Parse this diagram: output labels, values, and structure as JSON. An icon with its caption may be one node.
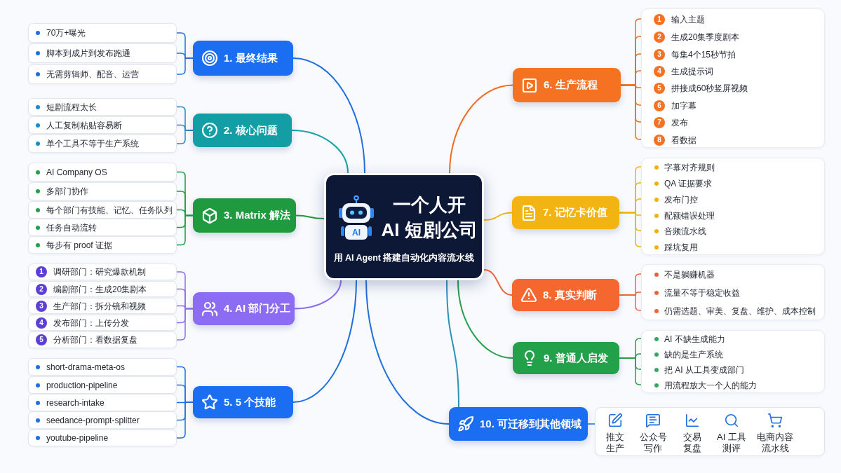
{
  "diagram": {
    "nodes": [
      {
        "text": [
          "一个人开",
          "AI 短剧公司",
          "用 AI Agent 搭建自动化内容流水线"
        ]
      },
      {
        "text": [
          "1. 最终结果"
        ]
      },
      {
        "text": [
          "70万+曝光"
        ]
      },
      {
        "text": [
          "脚本到成片到发布跑通"
        ]
      },
      {
        "text": [
          "无需剪辑师、配音、运营"
        ]
      },
      {
        "text": [
          "2. 核心问题"
        ]
      },
      {
        "text": [
          "短剧流程太长"
        ]
      },
      {
        "text": [
          "人工复制粘贴容易断"
        ]
      },
      {
        "text": [
          "单个工具不等于生产系统"
        ]
      },
      {
        "text": [
          "3. Matrix 解法"
        ]
      },
      {
        "text": [
          "AI Company OS"
        ]
      },
      {
        "text": [
          "多部门协作"
        ]
      },
      {
        "text": [
          "每个部门有技能、记忆、任务队列"
        ]
      },
      {
        "text": [
          "任务自动流转"
        ]
      },
      {
        "text": [
          "每步有 proof 证据"
        ]
      },
      {
        "text": [
          "4. AI 部门分工"
        ]
      },
      {
        "text": [
          "1",
          "调研部门：研究爆款机制"
        ]
      },
      {
        "text": [
          "2",
          "编剧部门：生成20集剧本"
        ]
      },
      {
        "text": [
          "3",
          "生产部门：拆分镜和视频"
        ]
      },
      {
        "text": [
          "4",
          "发布部门：上传分发"
        ]
      },
      {
        "text": [
          "5",
          "分析部门：看数据复盘"
        ]
      },
      {
        "text": [
          "5. 5 个技能"
        ]
      },
      {
        "text": [
          "short-drama-meta-os"
        ]
      },
      {
        "text": [
          "production-pipeline"
        ]
      },
      {
        "text": [
          "research-intake"
        ]
      },
      {
        "text": [
          "seedance-prompt-splitter"
        ]
      },
      {
        "text": [
          "youtube-pipeline"
        ]
      },
      {
        "text": [
          "6. 生产流程"
        ]
      },
      {
        "text": [],
        "shape": "box"
      },
      {
        "text": [
          "1",
          "输入主题"
        ],
        "in": 28
      },
      {
        "text": [
          "2",
          "生成20集季度剧本"
        ],
        "in": 28
      },
      {
        "text": [
          "3",
          "每集4个15秒节拍"
        ],
        "in": 28
      },
      {
        "text": [
          "4",
          "生成提示词"
        ],
        "in": 28
      },
      {
        "text": [
          "5",
          "拼接成60秒竖屏视频"
        ],
        "in": 28
      },
      {
        "text": [
          "6",
          "加字幕"
        ],
        "in": 28
      },
      {
        "text": [
          "7",
          "发布"
        ],
        "in": 28
      },
      {
        "text": [
          "8",
          "看数据"
        ],
        "in": 28
      },
      {
        "text": [
          "7. 记忆卡价值"
        ]
      },
      {
        "text": [],
        "shape": "box"
      },
      {
        "text": [
          "字幕对齐规则"
        ],
        "in": 38
      },
      {
        "text": [
          "QA 证据要求"
        ],
        "in": 38
      },
      {
        "text": [
          "发布门控"
        ],
        "in": 38
      },
      {
        "text": [
          "配额错误处理"
        ],
        "in": 38
      },
      {
        "text": [
          "音频流水线"
        ],
        "in": 38
      },
      {
        "text": [
          "踩坑复用"
        ],
        "in": 38
      },
      {
        "text": [
          "8. 真实判断"
        ]
      },
      {
        "text": [],
        "shape": "box"
      },
      {
        "text": [
          "不是躺赚机器"
        ],
        "in": 46
      },
      {
        "text": [
          "流量不等于稳定收益"
        ],
        "in": 46
      },
      {
        "text": [
          "仍需选题、审美、复盘、维护、成本控制"
        ],
        "in": 46
      },
      {
        "text": [
          "9. 普通人启发"
        ]
      },
      {
        "text": [],
        "shape": "box"
      },
      {
        "text": [
          "AI 不缺生成能力"
        ],
        "in": 51
      },
      {
        "text": [
          "缺的是生产系统"
        ],
        "in": 51
      },
      {
        "text": [
          "把 AI 从工具变成部门"
        ],
        "in": 51
      },
      {
        "text": [
          "用流程放大一个人的能力"
        ],
        "in": 51
      },
      {
        "text": [
          "10. 可迁移到其他领域"
        ]
      },
      {
        "text": [
          "推文生产",
          "公众号写作",
          "交易复盘",
          "AI 工具测评",
          "电商内容流水线"
        ]
      }
    ],
    "edges": [
      {
        "from": 0,
        "to": 1,
        "arrow": "none",
        "color": "#1f6fe0"
      },
      {
        "from": 1,
        "to": 2,
        "arrow": "none",
        "color": "#1f6fe0"
      },
      {
        "from": 1,
        "to": 3,
        "arrow": "none",
        "color": "#1f6fe0"
      },
      {
        "from": 1,
        "to": 4,
        "arrow": "none",
        "color": "#1f6fe0"
      },
      {
        "from": 0,
        "to": 5,
        "arrow": "none",
        "color": "#16a0a8"
      },
      {
        "from": 5,
        "to": 6,
        "arrow": "none",
        "color": "#1e88c8"
      },
      {
        "from": 5,
        "to": 7,
        "arrow": "none",
        "color": "#1e88c8"
      },
      {
        "from": 5,
        "to": 8,
        "arrow": "none",
        "color": "#1e88c8"
      },
      {
        "from": 0,
        "to": 9,
        "arrow": "none",
        "color": "#1f9a3f"
      },
      {
        "from": 9,
        "to": 10,
        "arrow": "none",
        "color": "#1f9a3f"
      },
      {
        "from": 9,
        "to": 11,
        "arrow": "none",
        "color": "#1f9a3f"
      },
      {
        "from": 9,
        "to": 12,
        "arrow": "none",
        "color": "#1f9a3f"
      },
      {
        "from": 9,
        "to": 13,
        "arrow": "none",
        "color": "#1f9a3f"
      },
      {
        "from": 9,
        "to": 14,
        "arrow": "none",
        "color": "#1f9a3f"
      },
      {
        "from": 0,
        "to": 15,
        "arrow": "none",
        "color": "#8b6cf2"
      },
      {
        "from": 15,
        "to": 16,
        "arrow": "none",
        "color": "#8b6cf2"
      },
      {
        "from": 15,
        "to": 17,
        "arrow": "none",
        "color": "#8b6cf2"
      },
      {
        "from": 15,
        "to": 18,
        "arrow": "none",
        "color": "#8b6cf2"
      },
      {
        "from": 15,
        "to": 19,
        "arrow": "none",
        "color": "#8b6cf2"
      },
      {
        "from": 15,
        "to": 20,
        "arrow": "none",
        "color": "#8b6cf2"
      },
      {
        "from": 0,
        "to": 21,
        "arrow": "none",
        "color": "#1f6fe0"
      },
      {
        "from": 21,
        "to": 22,
        "arrow": "none",
        "color": "#1f6fe0"
      },
      {
        "from": 21,
        "to": 23,
        "arrow": "none",
        "color": "#1f6fe0"
      },
      {
        "from": 21,
        "to": 24,
        "arrow": "none",
        "color": "#1f6fe0"
      },
      {
        "from": 21,
        "to": 25,
        "arrow": "none",
        "color": "#1f6fe0"
      },
      {
        "from": 21,
        "to": 26,
        "arrow": "none",
        "color": "#1f6fe0"
      },
      {
        "from": 0,
        "to": 27,
        "arrow": "none",
        "color": "#f26b1d"
      },
      {
        "from": 27,
        "to": 29,
        "arrow": "none",
        "color": "#f26b1d"
      },
      {
        "from": 27,
        "to": 30,
        "arrow": "none",
        "color": "#f26b1d"
      },
      {
        "from": 27,
        "to": 31,
        "arrow": "none",
        "color": "#f26b1d"
      },
      {
        "from": 27,
        "to": 32,
        "arrow": "none",
        "color": "#f26b1d"
      },
      {
        "from": 27,
        "to": 33,
        "arrow": "none",
        "color": "#f26b1d"
      },
      {
        "from": 27,
        "to": 34,
        "arrow": "none",
        "color": "#f26b1d"
      },
      {
        "from": 27,
        "to": 35,
        "arrow": "none",
        "color": "#f26b1d"
      },
      {
        "from": 27,
        "to": 36,
        "arrow": "none",
        "color": "#f26b1d"
      },
      {
        "from": 0,
        "to": 37,
        "arrow": "none",
        "color": "#f0b400"
      },
      {
        "from": 37,
        "to": 39,
        "arrow": "none",
        "color": "#f0b400"
      },
      {
        "from": 37,
        "to": 40,
        "arrow": "none",
        "color": "#f0b400"
      },
      {
        "from": 37,
        "to": 41,
        "arrow": "none",
        "color": "#f0b400"
      },
      {
        "from": 37,
        "to": 42,
        "arrow": "none",
        "color": "#f0b400"
      },
      {
        "from": 37,
        "to": 43,
        "arrow": "none",
        "color": "#f0b400"
      },
      {
        "from": 37,
        "to": 44,
        "arrow": "none",
        "color": "#f0b400"
      },
      {
        "from": 0,
        "to": 45,
        "arrow": "none",
        "color": "#f0643a"
      },
      {
        "from": 45,
        "to": 47,
        "arrow": "none",
        "color": "#f0643a"
      },
      {
        "from": 45,
        "to": 48,
        "arrow": "none",
        "color": "#f0643a"
      },
      {
        "from": 45,
        "to": 49,
        "arrow": "none",
        "color": "#f0643a"
      },
      {
        "from": 0,
        "to": 50,
        "arrow": "none",
        "color": "#23a04a"
      },
      {
        "from": 50,
        "to": 52,
        "arrow": "none",
        "color": "#23a04a"
      },
      {
        "from": 50,
        "to": 53,
        "arrow": "none",
        "color": "#23a04a"
      },
      {
        "from": 50,
        "to": 54,
        "arrow": "none",
        "color": "#23a04a"
      },
      {
        "from": 50,
        "to": 55,
        "arrow": "none",
        "color": "#23a04a"
      },
      {
        "from": 0,
        "to": 56,
        "arrow": "none",
        "color": "#1f6fe0"
      },
      {
        "from": 0,
        "to": 56,
        "arrow": "none",
        "color": "#2a93b6"
      },
      {
        "from": 56,
        "to": 57,
        "arrow": "none",
        "color": "#1f6fe0"
      }
    ],
    "labels": [
      "AI"
    ]
  }
}
